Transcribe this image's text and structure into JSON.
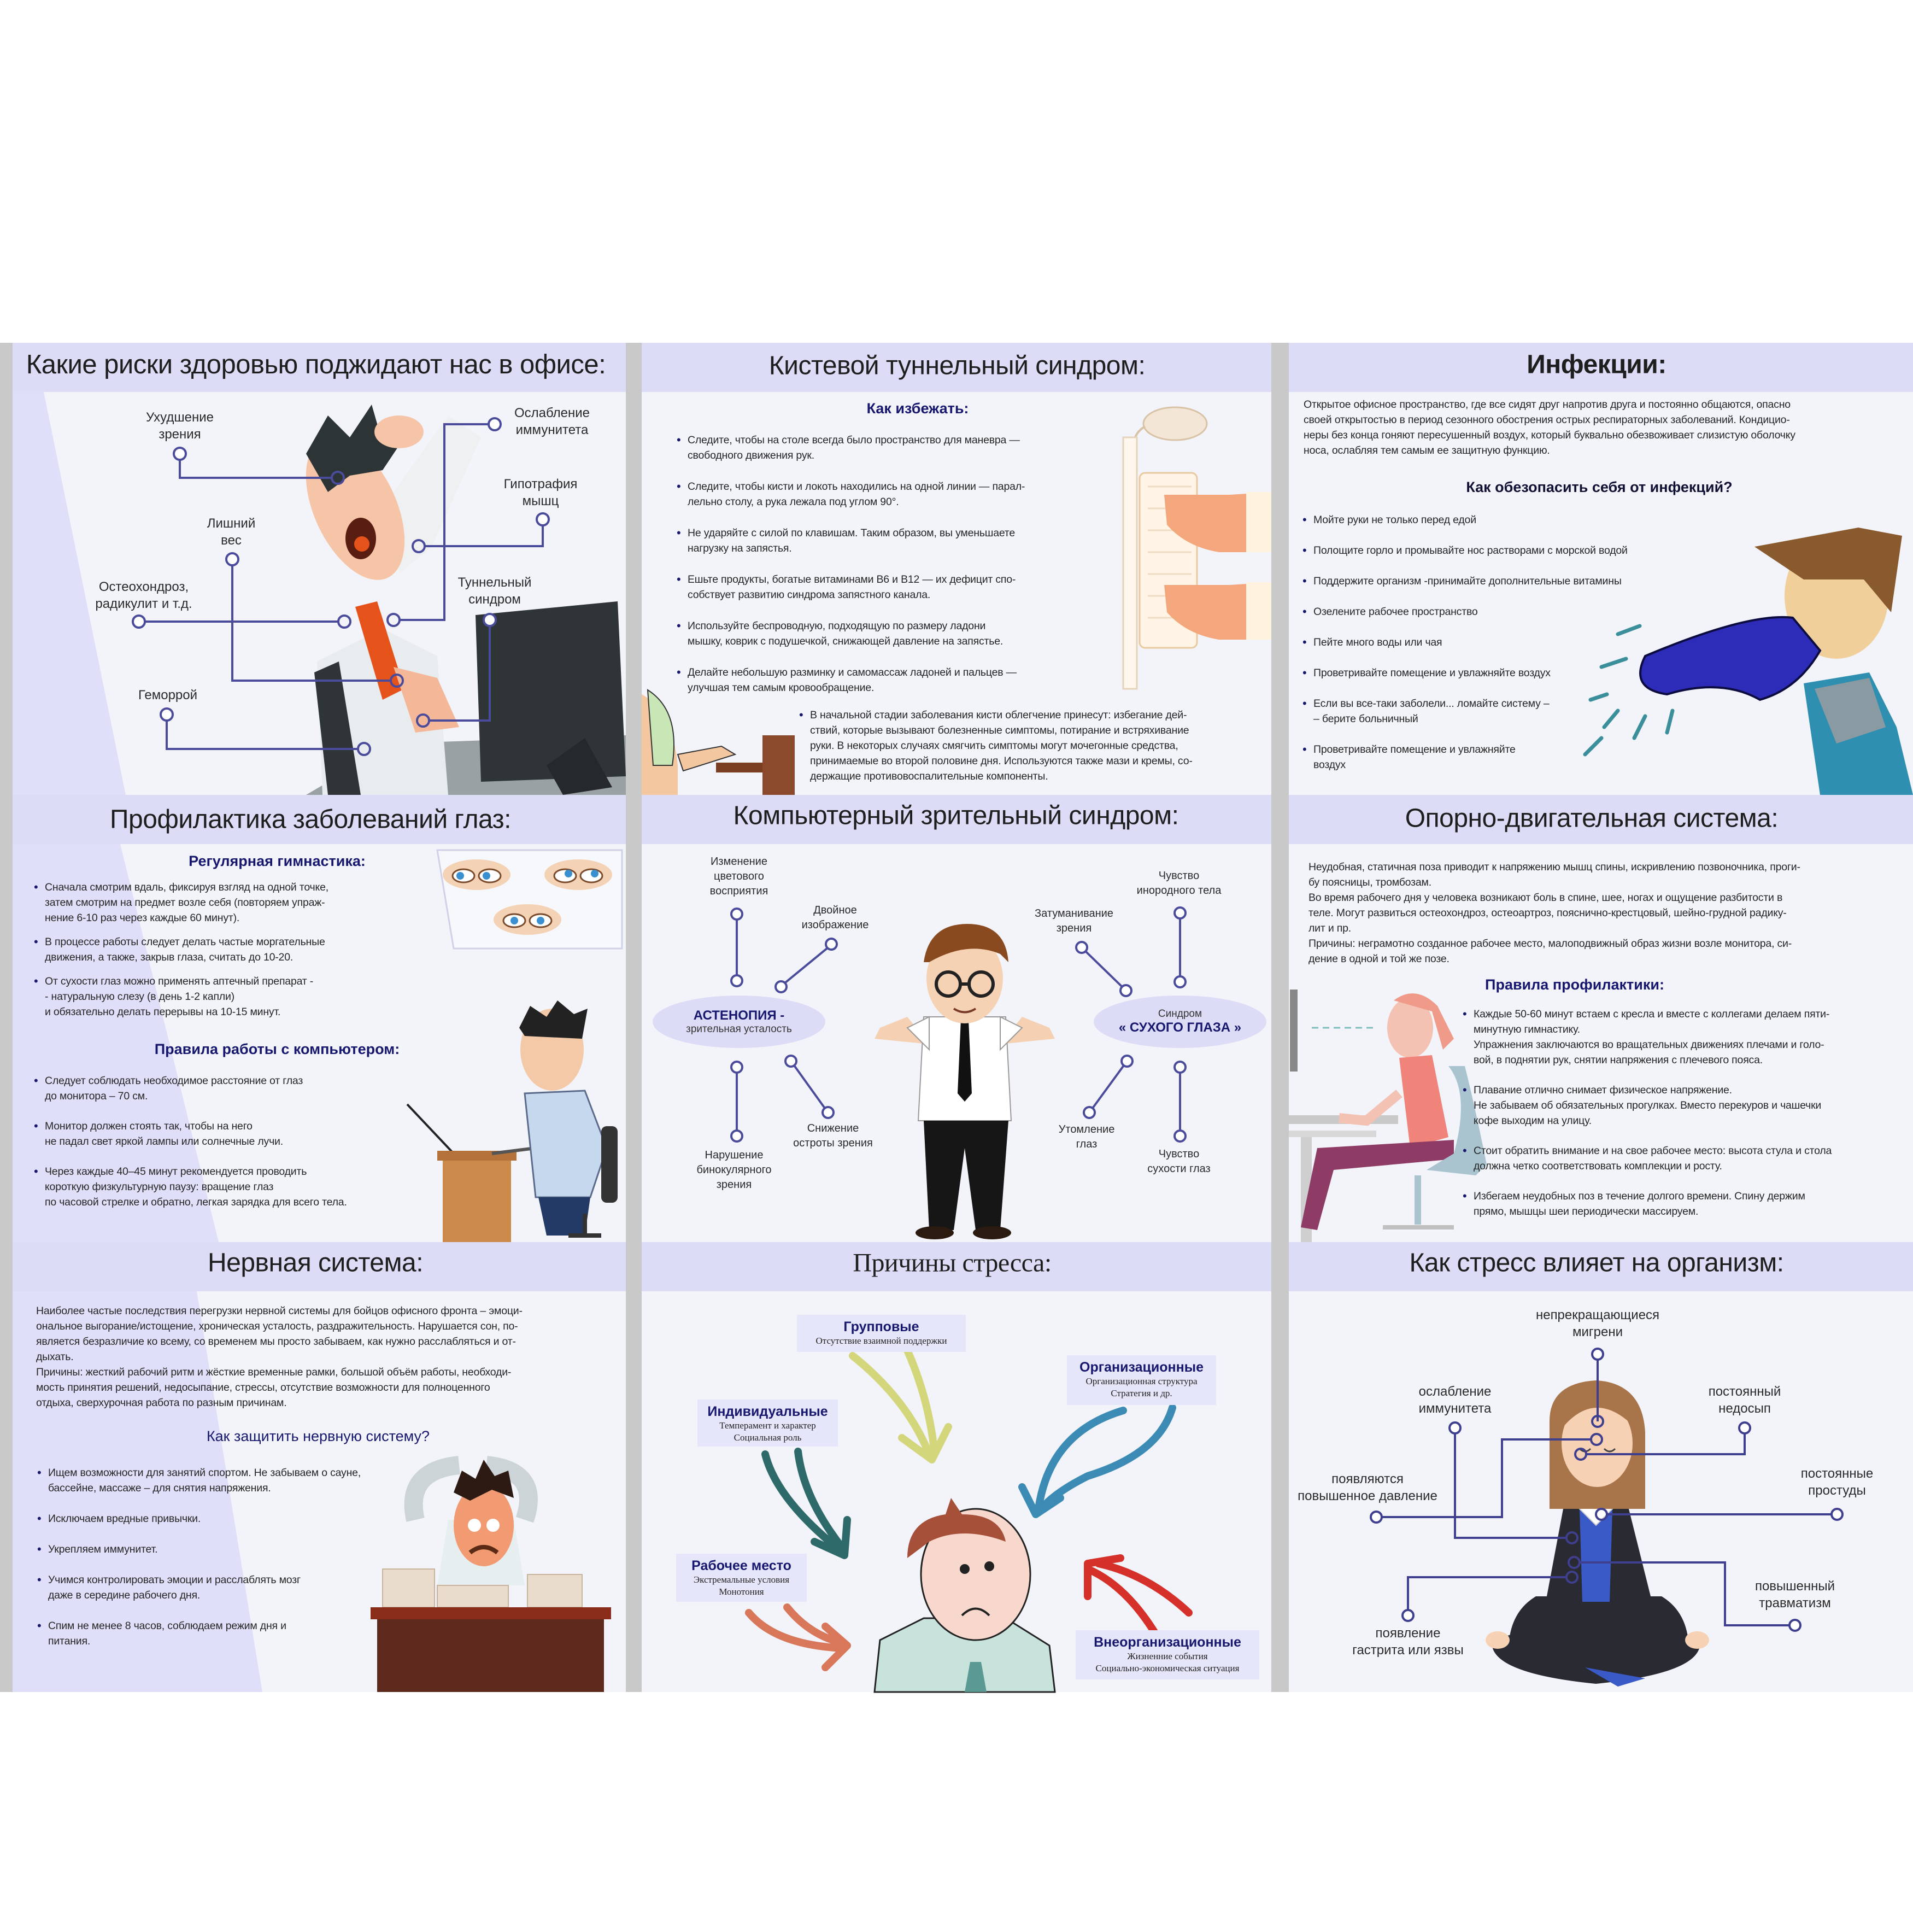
{
  "colors": {
    "header_band": "#dcdcf7",
    "panel_bg": "#f2f4fa",
    "accent_navy": "#17176e",
    "connector": "#4b4b9b",
    "separator": "#c9c9c9"
  },
  "risks": {
    "title": "Какие риски здоровью поджидают нас в офисе:",
    "labels": {
      "vision": "Ухудшение\nзрения",
      "immunity": "Ослабление\nиммунитета",
      "hypotrophy": "Гипотрафия\nмышц",
      "weight": "Лишний\nвес",
      "osteo": "Остеохондроз,\nрадикулит и т.д.",
      "tunnel": "Туннельный\nсиндром",
      "hemorrhoids": "Геморрой"
    }
  },
  "carpal": {
    "title": "Кистевой туннельный синдром:",
    "subtitle": "Как избежать:",
    "bullets": [
      "Следите, чтобы на столе всегда было пространство для маневра —\nсвободного движения рук.",
      "Следите, чтобы кисти и локоть находились на одной линии — парал-\nлельно столу, а рука лежала под углом 90°.",
      "Не ударяйте с силой по клавишам. Таким образом, вы уменьшаете\nнагрузку на запястья.",
      "Ешьте продукты, богатые витаминами B6 и B12 — их дефицит спо-\nсобствует развитию синдрома запястного канала.",
      "Используйте беспроводную, подходящую по размеру ладони\nмышку, коврик с подушечкой, снижающей давление на запястье.",
      "Делайте небольшую разминку и самомассаж ладоней и пальцев —\nулучшая тем самым кровообращение."
    ],
    "note": [
      "В начальной стадии заболевания кисти облегчение принесут: избегание дей-\nствий, которые вызывают болезненные симптомы, потирание и встряхивание\nруки. В некоторых случаях смягчить симптомы могут мочегонные средства,\nпринимаемые во второй половине дня. Используются также мази и кремы, со-\nдержащие противовоспалительные компоненты."
    ]
  },
  "infections": {
    "title": "Инфекции:",
    "intro": "Открытое офисное пространство, где все сидят друг напротив друга и постоянно общаются, опасно\nсвоей открытостью в период сезонного обострения острых респираторных заболеваний. Кондицио-\nнеры без конца гоняют пересушенный воздух, который буквально обезвоживает слизистую оболочку\nноса, ослабляя тем самым ее защитную функцию.",
    "subtitle": "Как обезопасить себя от инфекций?",
    "bullets": [
      "Мойте руки не только перед едой",
      "Полощите горло и промывайте нос растворами с морской водой",
      "Поддержите организм -принимайте дополнительные витамины",
      "Озелените рабочее пространство",
      "Пейте много воды или чая",
      "Проветривайте помещение и увлажняйте воздух",
      "Если вы все-таки заболели... ломайте систему –\n– берите больничный",
      "Проветривайте помещение и увлажняйте\nвоздух"
    ]
  },
  "eyes": {
    "title": "Профилактика заболеваний глаз:",
    "gym_title": "Регулярная гимнастика:",
    "gym_bullets": [
      "Сначала смотрим вдаль, фиксируя взгляд на одной точке,\nзатем смотрим на предмет возле себя (повторяем упраж-\nнение 6-10 раз через каждые 60 минут).",
      "В процессе работы следует делать частые моргательные\nдвижения, а также, закрыв глаза, считать до 10-20.",
      "От сухости глаз можно применять аптечный препарат -\n- натуральную слезу (в день 1-2 капли)\nи обязательно делать перерывы на 10-15 минут."
    ],
    "pc_title": "Правила работы с компьютером:",
    "pc_bullets": [
      "Следует соблюдать необходимое расстояние от глаз\nдо монитора – 70 см.",
      "Монитор должен стоять так, чтобы на него\nне падал свет яркой лампы или солнечные лучи.",
      "Через каждые 40–45 минут рекомендуется проводить\nкороткую физкультурную паузу:  вращение глаз\nпо часовой стрелке и обратно, легкая зарядка для всего тела."
    ]
  },
  "cvs": {
    "title": "Компьютерный зрительный синдром:",
    "labels": {
      "color": "Изменение\nцветового\nвосприятия",
      "double": "Двойное\nизображение",
      "binocular": "Нарушение\nбинокулярного\nзрения",
      "acuity": "Снижение\nостроты зрения",
      "foreign": "Чувство\nинородного тела",
      "blur": "Затуманивание\nзрения",
      "fatigue": "Утомление\nглаз",
      "dryness": "Чувство\nсухости глаз"
    },
    "asthenopia_title": "АСТЕНОПИЯ -",
    "asthenopia_sub": "зрительная усталость",
    "dry_eye_pre": "Синдром",
    "dry_eye_title": "« СУХОГО ГЛАЗА »"
  },
  "musculo": {
    "title": "Опорно-двигательная система:",
    "intro": "Неудобная, статичная поза приводит к напряжению мышц спины, искривлению позвоночника, проги-\nбу поясницы, тромбозам.\nВо время рабочего дня у человека возникают боль в спине, шее, ногах и ощущение разбитости в\nтеле. Могут развиться остеохондроз, остеоартроз, пояснично-крестцовый, шейно-грудной радику-\nлит и пр.\nПричины: неграмотно созданное рабочее место, малоподвижный образ жизни возле монитора, си-\nдение в одной и той же позе.",
    "subtitle": "Правила профилактики:",
    "bullets": [
      "Каждые 50-60 минут встаем с кресла и вместе с коллегами делаем пяти-\nминутную гимнастику.\nУпражнения заключаются во вращательных движениях плечами и голо-\nвой, в поднятии рук, снятии напряжения с плечевого пояса.",
      "Плавание отлично снимает физическое напряжение.\nНе забываем об обязательных прогулках. Вместо перекуров и чашечки\nкофе выходим на улицу.",
      "Стоит обратить внимание и на свое рабочее место: высота стула и стола\nдолжна четко соответствовать комплекции и росту.",
      "Избегаем неудобных поз в течение долгого времени. Спину держим\nпрямо, мышцы шеи периодически массируем."
    ]
  },
  "nervous": {
    "title": "Нервная система:",
    "intro": "Наиболее частые последствия перегрузки нервной системы для бойцов офисного фронта – эмоци-\nональное выгорание/истощение, хроническая усталость, раздражительность. Нарушается сон, по-\nявляется безразличие ко всему, со временем мы просто забываем, как нужно расслабляться и от-\nдыхать.\nПричины: жесткий рабочий ритм и жёсткие временные рамки, большой объём работы, необходи-\nмость принятия решений, недосыпание, стрессы, отсутствие возможности для полноценного\nотдыха, сверхурочная работа по разным причинам.",
    "subtitle": "Как защитить нервную систему?",
    "bullets": [
      "Ищем возможности для занятий спортом. Не забываем о сауне,\nбассейне, массаже – для снятия напряжения.",
      "Исключаем вредные привычки.",
      "Укрепляем иммунитет.",
      "Учимся контролировать эмоции и расслаблять мозг\nдаже в середине рабочего дня.",
      "Спим не менее 8 часов, соблюдаем режим дня и\nпитания."
    ]
  },
  "stress_causes": {
    "title": "Причины стресса:",
    "group": {
      "title": "Групповые",
      "lines": "Отсутствие взаимной поддержки"
    },
    "organizational": {
      "title": "Организационные",
      "lines": "Организационная структура\nСтратегия и др."
    },
    "individual": {
      "title": "Индивидуальные",
      "lines": "Темперамент и характер\nСоциальная роль"
    },
    "workplace": {
      "title": "Рабочее место",
      "lines": "Экстремальные условия\nМонотония"
    },
    "external": {
      "title": "Внеорганизационные",
      "lines": "Жизненние события\nСоциально-экономическая ситуация"
    }
  },
  "stress_effects": {
    "title": "Как стресс влияет на организм:",
    "labels": {
      "migraine": "непрекращающиеся\nмигрени",
      "immunity": "ослабление\nиммунитета",
      "sleep": "постоянный\nнедосып",
      "pressure": "появляются\nповышенное давление",
      "colds": "постоянные\nпростуды",
      "trauma": "повышенный\nтравматизм",
      "gastritis": "появление\nгастрита или язвы"
    }
  }
}
